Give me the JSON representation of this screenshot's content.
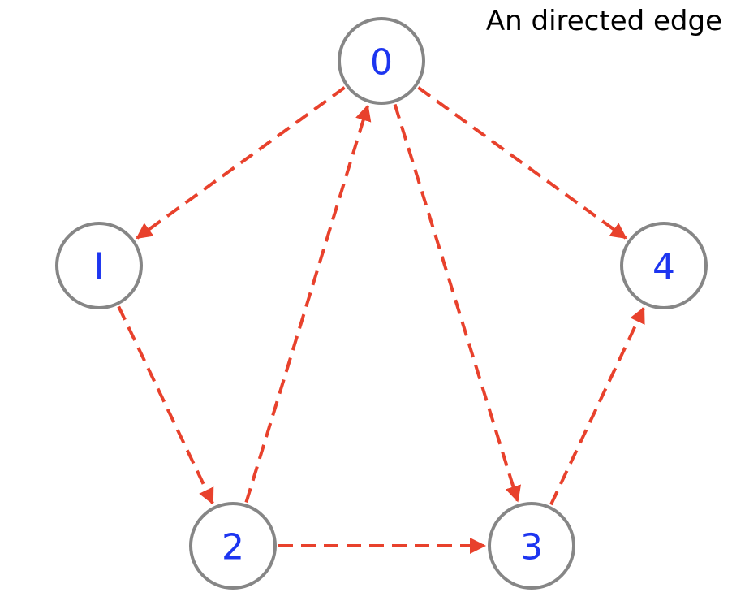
{
  "caption": "An directed edge",
  "colors": {
    "edge": "#e8412c",
    "node_label": "#1d35f0",
    "node_border": "#868686"
  },
  "nodes": [
    {
      "id": "0",
      "label": "0"
    },
    {
      "id": "1",
      "label": "l"
    },
    {
      "id": "2",
      "label": "2"
    },
    {
      "id": "3",
      "label": "3"
    },
    {
      "id": "4",
      "label": "4"
    }
  ],
  "edges": [
    {
      "from": "0",
      "to": "1"
    },
    {
      "from": "0",
      "to": "3"
    },
    {
      "from": "0",
      "to": "4"
    },
    {
      "from": "1",
      "to": "2"
    },
    {
      "from": "2",
      "to": "0"
    },
    {
      "from": "2",
      "to": "3"
    },
    {
      "from": "3",
      "to": "4"
    }
  ]
}
